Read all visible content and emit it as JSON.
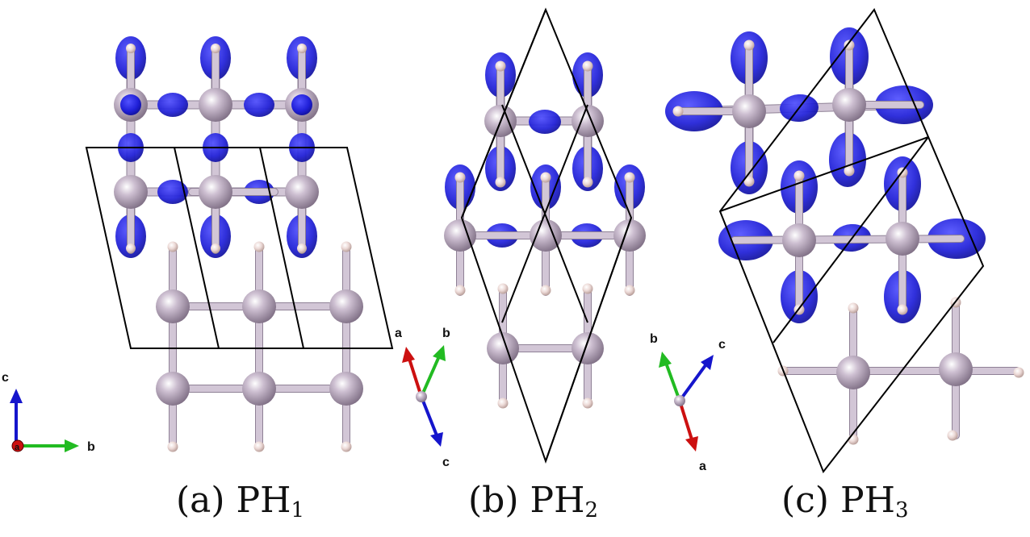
{
  "panels": [
    {
      "caption": {
        "prefix": "(a) PH",
        "subscript": "1"
      },
      "axes": {
        "up": "c",
        "right": "b",
        "out": "a"
      }
    },
    {
      "caption": {
        "prefix": "(b) PH",
        "subscript": "2"
      },
      "axes": {
        "red": "a",
        "green": "b",
        "blue": "c"
      }
    },
    {
      "caption": {
        "prefix": "(c) PH",
        "subscript": "3"
      },
      "axes": {
        "green": "b",
        "blue": "c",
        "red": "a"
      }
    }
  ],
  "colors": {
    "orbital": "#2323d0",
    "atom_large": "#b3a3b8",
    "atom_small": "#e6cfcc",
    "bond": "#b8abbd",
    "cell_outline": "#000000",
    "axis_a": "#cc1010",
    "axis_b": "#22bb22",
    "axis_c": "#1515cc"
  }
}
